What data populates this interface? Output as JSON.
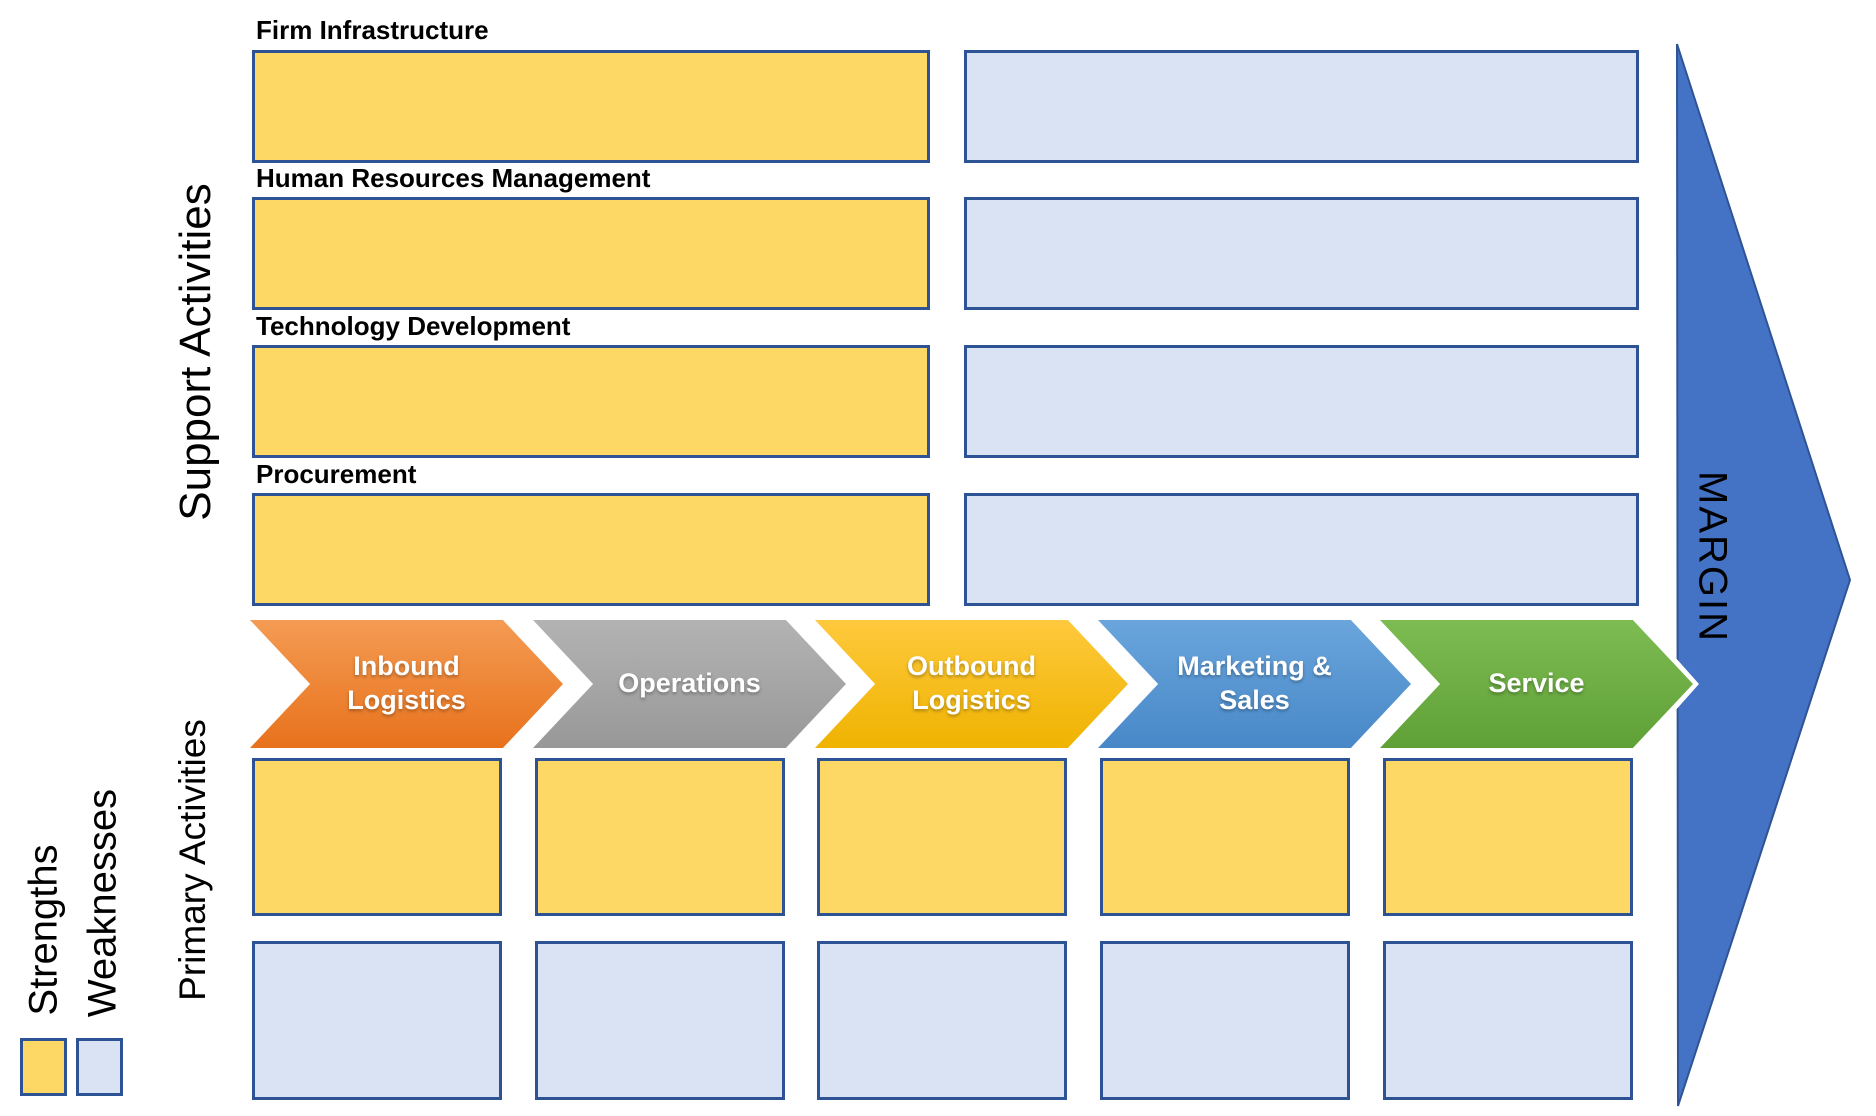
{
  "support": {
    "axis_label": "Support Activities",
    "rows": [
      {
        "label": "Firm Infrastructure"
      },
      {
        "label": "Human Resources Management"
      },
      {
        "label": "Technology Development"
      },
      {
        "label": "Procurement"
      }
    ]
  },
  "primary": {
    "axis_label": "Primary Activities",
    "chevrons": [
      {
        "label": "Inbound Logistics",
        "style_vars": "--c1:#F49B53;--c2:#E8721C"
      },
      {
        "label": "Operations",
        "style_vars": "--c1:#B3B3B3;--c2:#989898"
      },
      {
        "label": "Outbound Logistics",
        "style_vars": "--c1:#FEC93D;--c2:#EFB300"
      },
      {
        "label": "Marketing & Sales",
        "style_vars": "--c1:#6AA5DC;--c2:#4888C8"
      },
      {
        "label": "Service",
        "style_vars": "--c1:#7DBC52;--c2:#5FA037"
      }
    ]
  },
  "legend": {
    "strengths_label": "Strengths",
    "weaknesses_label": "Weaknesses"
  },
  "margin": {
    "label": "MARGIN"
  },
  "colors": {
    "strength-fill": "#FDD865",
    "weakness-fill": "#DAE3F3",
    "box-border": "#2E5395",
    "margin-fill": "#4472C4",
    "margin-border": "#2F5496",
    "chevron-text": "#FFFFFF"
  }
}
